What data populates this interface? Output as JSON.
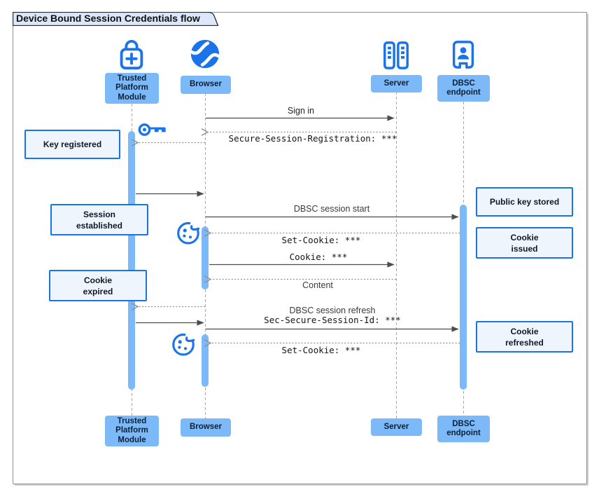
{
  "title": "Device Bound Session Credentials flow",
  "participants": {
    "tpm": "Trusted Platform Module",
    "browser": "Browser",
    "server": "Server",
    "dbsc": "DBSC endpoint"
  },
  "icons": {
    "tpm": "lock-plus-icon",
    "browser": "globe-icon",
    "server": "server-icon",
    "dbsc": "badge-person-icon",
    "key": "key-icon",
    "cookie": "cookie-icon"
  },
  "messages": {
    "sign_in": "Sign in",
    "session_registration": "Secure-Session-Registration: ***",
    "dbsc_session_start": "DBSC session start",
    "set_cookie_1": "Set-Cookie: ***",
    "cookie": "Cookie: ***",
    "content": "Content",
    "dbsc_session_refresh": "DBSC session refresh",
    "sec_secure_session_id": "Sec-Secure-Session-Id: ***",
    "set_cookie_2": "Set-Cookie: ***"
  },
  "notes": {
    "key_registered": "Key registered",
    "session_established": "Session established",
    "cookie_expired": "Cookie expired",
    "public_key_stored": "Public key stored",
    "cookie_issued": "Cookie issued",
    "cookie_refreshed": "Cookie refreshed"
  },
  "colors": {
    "accent_blue": "#1a73e8",
    "participant_fill": "#7cb9f8",
    "note_fill": "#eff5fd",
    "title_tab_fill": "#dbe7fb",
    "solid_arrow": "#4d4d4d",
    "dotted_arrow": "#8f8f8f",
    "lifeline": "#a9a9a9",
    "frame_border": "#8f8f8f"
  }
}
